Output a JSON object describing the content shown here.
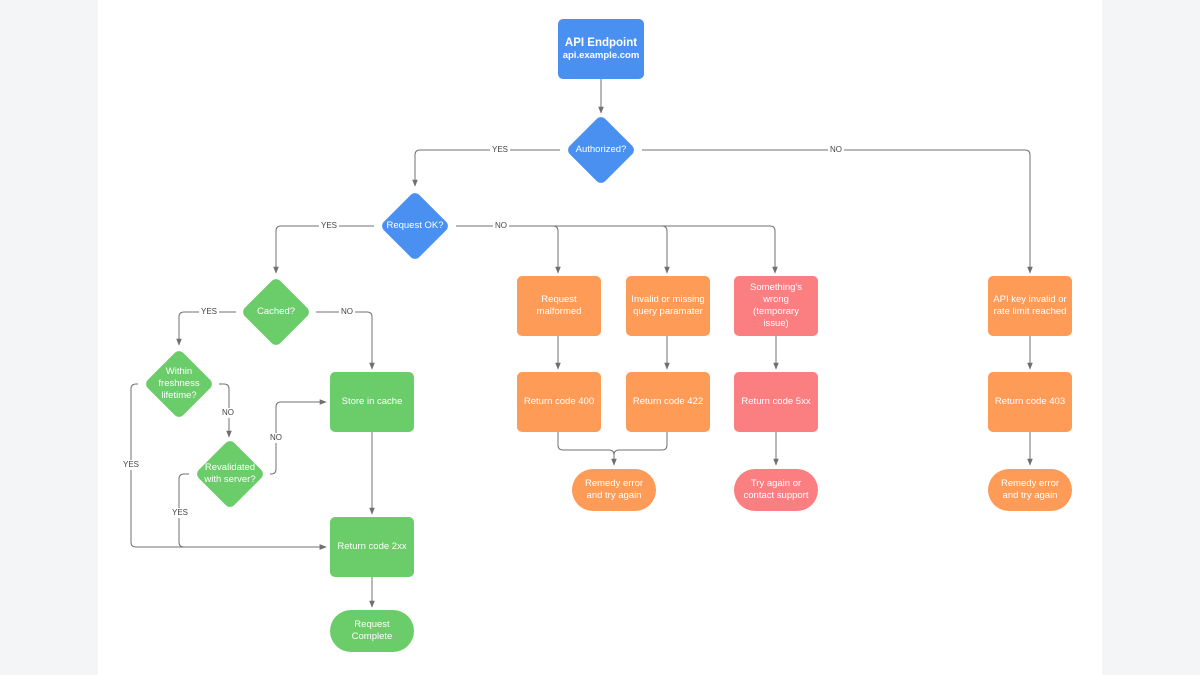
{
  "nodes": {
    "api_title": "API Endpoint",
    "api_url": "api.example.com",
    "authorized": "Authorized?",
    "request_ok": "Request OK?",
    "cached": "Cached?",
    "freshness": "Within freshness lifetime?",
    "revalidated": "Revalidated with server?",
    "store_cache": "Store in cache",
    "return_2xx": "Return code 2xx",
    "complete": "Request Complete",
    "malformed": "Request malformed",
    "invalid_param": "Invalid or missing query paramater",
    "wrong": "Something's wrong (temporary issue)",
    "return_400": "Return code 400",
    "return_422": "Return code 422",
    "return_5xx": "Return code 5xx",
    "remedy1": "Remedy error and try again",
    "try_again": "Try again or contact support",
    "api_key": "API key invalid or rate limit reached",
    "return_403": "Return code 403",
    "remedy2": "Remedy error and try again"
  },
  "labels": {
    "yes": "YES",
    "no": "NO"
  },
  "colors": {
    "blue": "#4a90f0",
    "green": "#6bcd6a",
    "orange": "#fd9b57",
    "red": "#fb7e80",
    "connector": "#707070"
  }
}
